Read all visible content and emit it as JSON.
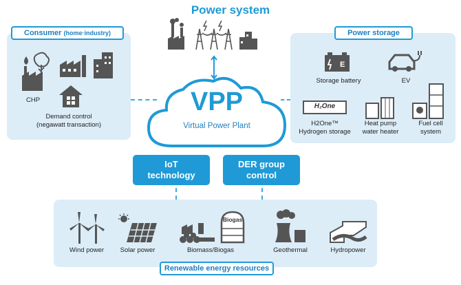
{
  "title": "Power system",
  "vpp": {
    "title": "VPP",
    "subtitle": "Virtual Power Plant"
  },
  "consumer": {
    "tag": "Consumer",
    "tag_sub": "(home·industry)",
    "chp": "CHP",
    "demand_1": "Demand control",
    "demand_2": "(negawatt transaction)"
  },
  "storage": {
    "tag": "Power storage",
    "battery": "Storage battery",
    "battery_letter": "E",
    "ev": "EV",
    "h2_brand": "H₂One",
    "h2_1": "H2One™",
    "h2_2": "Hydrogen storage",
    "heat_1": "Heat pump",
    "heat_2": "water heater",
    "fuel_1": "Fuel cell",
    "fuel_2": "system"
  },
  "iot_1": "IoT",
  "iot_2": "technology",
  "der_1": "DER group",
  "der_2": "control",
  "renewable": {
    "tag": "Renewable energy resources",
    "wind": "Wind power",
    "solar": "Solar power",
    "biomass": "Biomass/Biogas",
    "biogas_tank": "Biogas",
    "geothermal": "Geothermal",
    "hydro": "Hydropower"
  },
  "colors": {
    "accent": "#1f9ad6",
    "panel": "#dcedf8",
    "icon": "#555555"
  }
}
